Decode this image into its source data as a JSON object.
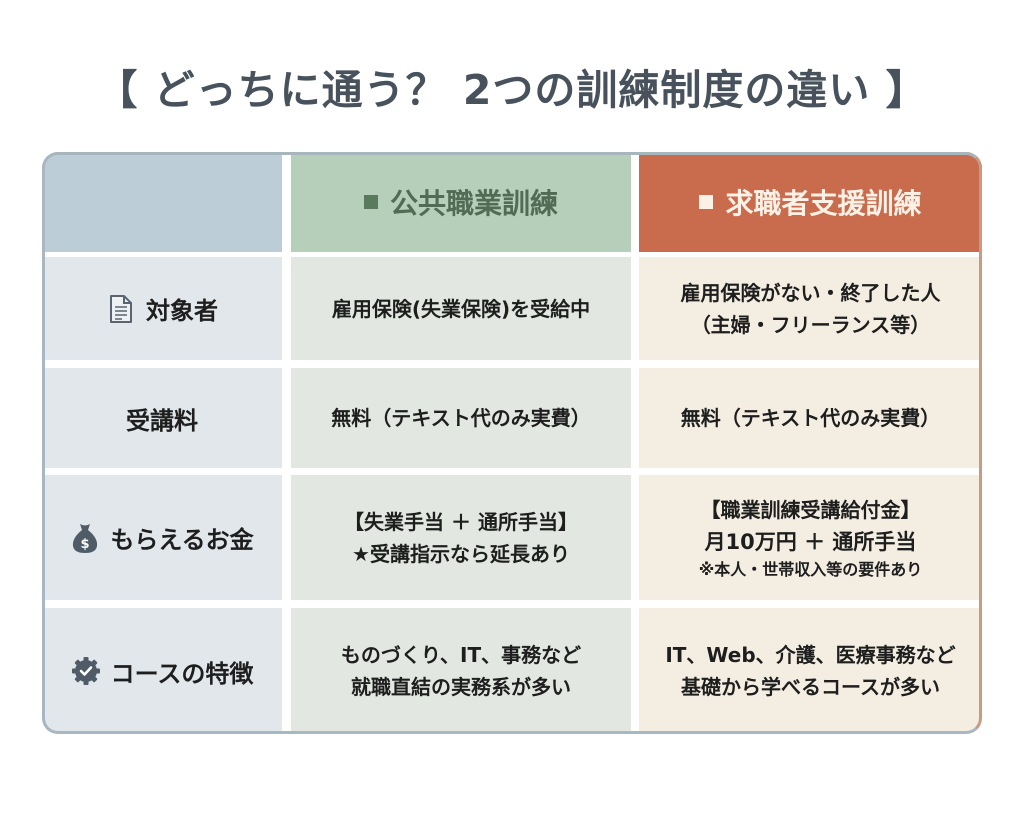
{
  "title": "【 どっちに通う？ 2つの訓練制度の違い 】",
  "colors": {
    "title_text": "#47525c",
    "label_column_header": "#bccdd8",
    "label_column_bg": "#e2e7ec",
    "public_header": "#b6cfba",
    "public_header_text": "#516b55",
    "public_bg": "#e2e8e1",
    "support_header": "#c96b4d",
    "support_header_text": "#fbf1e6",
    "support_bg": "#f4eee2"
  },
  "table": {
    "headers": {
      "label_col": "",
      "public": {
        "marker_icon": "square-icon",
        "label": "公共職業訓練"
      },
      "support": {
        "marker_icon": "square-icon",
        "label": "求職者支援訓練"
      }
    },
    "rows": [
      {
        "icon": "document-icon",
        "label": "対象者",
        "public": [
          "雇用保険(失業保険)を受給中"
        ],
        "support": [
          "雇用保険がない・終了した人",
          "（主婦・フリーランス等）"
        ]
      },
      {
        "icon": "",
        "label": "受講料",
        "public": [
          "無料（テキスト代のみ実費）"
        ],
        "support": [
          "無料（テキスト代のみ実費）"
        ]
      },
      {
        "icon": "money-bag-icon",
        "label": "もらえるお金",
        "public": [
          "【失業手当 ＋ 通所手当】",
          "★受講指示なら延長あり"
        ],
        "support": [
          "【職業訓練受講給付金】",
          "月10万円 ＋ 通所手当"
        ],
        "support_note": "※本人・世帯収入等の要件あり"
      },
      {
        "icon": "verified-badge-icon",
        "label": "コースの特徴",
        "public": [
          "ものづくり、IT、事務など",
          "就職直結の実務系が多い"
        ],
        "support": [
          "IT、Web、介護、医療事務など",
          "基礎から学べるコースが多い"
        ]
      }
    ]
  }
}
